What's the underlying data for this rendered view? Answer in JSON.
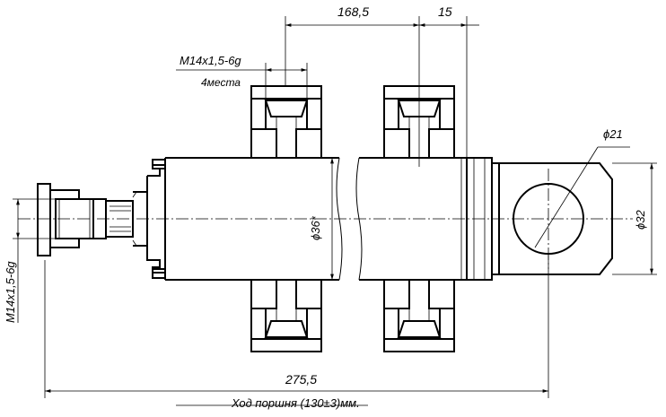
{
  "dimensions": {
    "d_168_5": "168,5",
    "d_15": "15",
    "thread_top": "M14x1,5-6g",
    "thread_top_count": "4места",
    "dia_21": "ϕ21",
    "dia_36": "ϕ36*",
    "dia_32": "ϕ32",
    "thread_left": "M14x1,5-6g",
    "d_275_5": "275,5",
    "stroke_label": "Ход поршня (130±3)мм."
  }
}
